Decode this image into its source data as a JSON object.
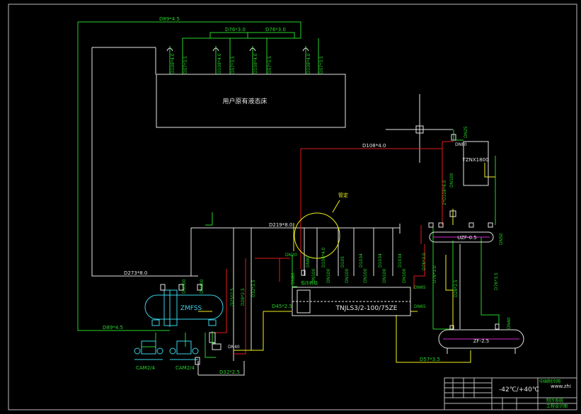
{
  "colors": {
    "background": "#000000",
    "green": "#27d327",
    "white": "#e6e6e6",
    "red": "#e11c1c",
    "yellow": "#f2f21c",
    "cyan": "#3ad4e8",
    "magenta": "#d22ad2",
    "frame": "#bdbdbd"
  },
  "equipment": {
    "consumer_box": "用户原有液态床",
    "zmfss": "ZMFSS",
    "compressor": "TNJLS3/2-100/75ZE",
    "compressor_tag": "低压机组",
    "tzxn": "TZNX1800",
    "uzf": "UZF-0.5",
    "zf": "ZF-2.5",
    "pump_left": "CAM2/4",
    "pump_right": "CAM2/4",
    "valve_group_note": "管定"
  },
  "pipes": {
    "d89_top": "D89*4.5",
    "d89_bottom": "D89*4.5",
    "d76_left": "D76*3.0",
    "d76_right": "D76*3.0",
    "branch_labels": [
      "D108*4.0",
      "D57*3.5",
      "D108*4.0",
      "D57*3.5",
      "D108*4.0",
      "D57*3.5",
      "D108*4.0",
      "D57*3.5"
    ],
    "d108_mid": "D108*4.0",
    "d219": "D219*8.0",
    "d273": "D273*8.0",
    "dn300_a": "DN300",
    "dn300_b": "DN300",
    "d25": "D25*2.5",
    "d28": "D28*2.5",
    "d32_v": "D32*2.5",
    "d32_bottom": "D32*2.5",
    "d45": "D45*2.5",
    "d57_bottom": "D57*3.5",
    "dn40": "DN40",
    "dn65_a": "DN65",
    "dn65_b": "DN65",
    "dn80": "DN80",
    "dn20": "DN20",
    "d76_right_vert": "D76*3.0",
    "d76_mid": "D76*3.0",
    "d76_low": "D76*3.5",
    "d28_vert": "D28*2.5",
    "dn50": "DN50",
    "dn40_right": "DN40",
    "dn100": "DN100",
    "dn80_tz": "DN80",
    "d108_tz": "2*D108*4.0",
    "dn25_tz": "DN25",
    "manifold_labels": [
      "DN100",
      "DN100",
      "DN100",
      "DN100",
      "DN100",
      "DN100"
    ],
    "manifold_sub": [
      "DN80",
      "D108*4.0",
      "D105",
      "D1034",
      "D1034",
      "D1034"
    ]
  },
  "title_block": {
    "temperature": "-42℃/+40℃",
    "watermark": "www.zhi",
    "row1": "中国制冷网",
    "row2": "制冷系统",
    "row3": "工程设计图"
  }
}
